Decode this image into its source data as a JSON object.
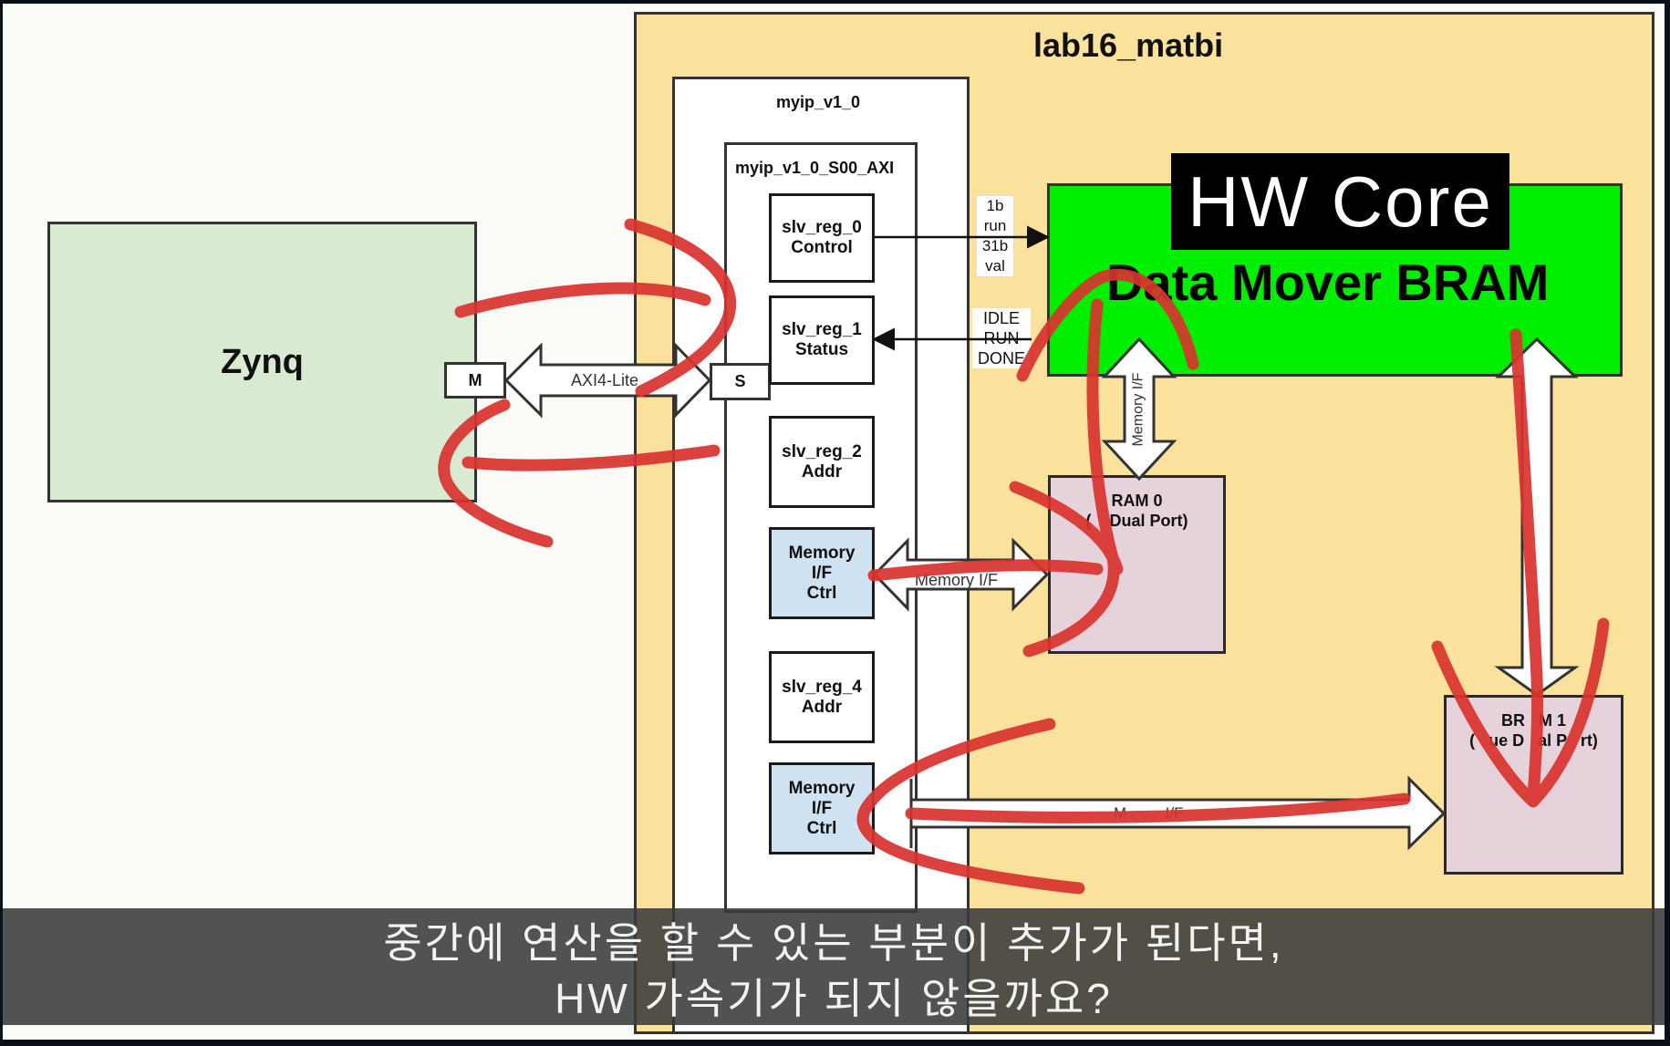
{
  "diagram": {
    "title": "lab16_matbi",
    "zynq": {
      "label": "Zynq",
      "port": "M"
    },
    "axi": {
      "label": "AXI4-Lite",
      "slave_port": "S"
    },
    "myip": {
      "title": "myip_v1_0",
      "s00": "myip_v1_0_S00_AXI",
      "registers": [
        {
          "name": "slv_reg_0",
          "desc": "Control"
        },
        {
          "name": "slv_reg_1",
          "desc": "Status"
        },
        {
          "name": "slv_reg_2",
          "desc": "Addr"
        },
        {
          "name": "Memory",
          "desc": "I/F",
          "desc2": "Ctrl"
        },
        {
          "name": "slv_reg_4",
          "desc": "Addr"
        },
        {
          "name": "Memory",
          "desc": "I/F",
          "desc2": "Ctrl"
        }
      ]
    },
    "ctrl_signals": [
      "1b",
      "run",
      "31b",
      "val"
    ],
    "status_signals": [
      "IDLE",
      "RUN",
      "DONE"
    ],
    "hw_core": {
      "badge": "HW Core",
      "title": "Data Mover BRAM",
      "color": "#00ee00"
    },
    "bram0": {
      "line1": "RAM 0",
      "line2": "(    Dual Port)"
    },
    "bram1": {
      "line1": "BR   M 1",
      "line2": "(   ue D   al P   rt)"
    },
    "memory_if_label": "Memory I/F",
    "memory_if_vertical": "Memory I/F",
    "memory_if_bottom_partial": "M         I/F",
    "colors": {
      "container": "#fbe29c",
      "annotation_stroke": "#d9332f",
      "zynq_fill": "#d9ead3",
      "memctrl_fill": "#cfe2f1",
      "bram_fill": "#e6d2da"
    }
  },
  "subtitles": {
    "line1": "중간에 연산을 할 수 있는 부분이 추가가 된다면,",
    "line2": "HW 가속기가 되지 않을까요?"
  }
}
